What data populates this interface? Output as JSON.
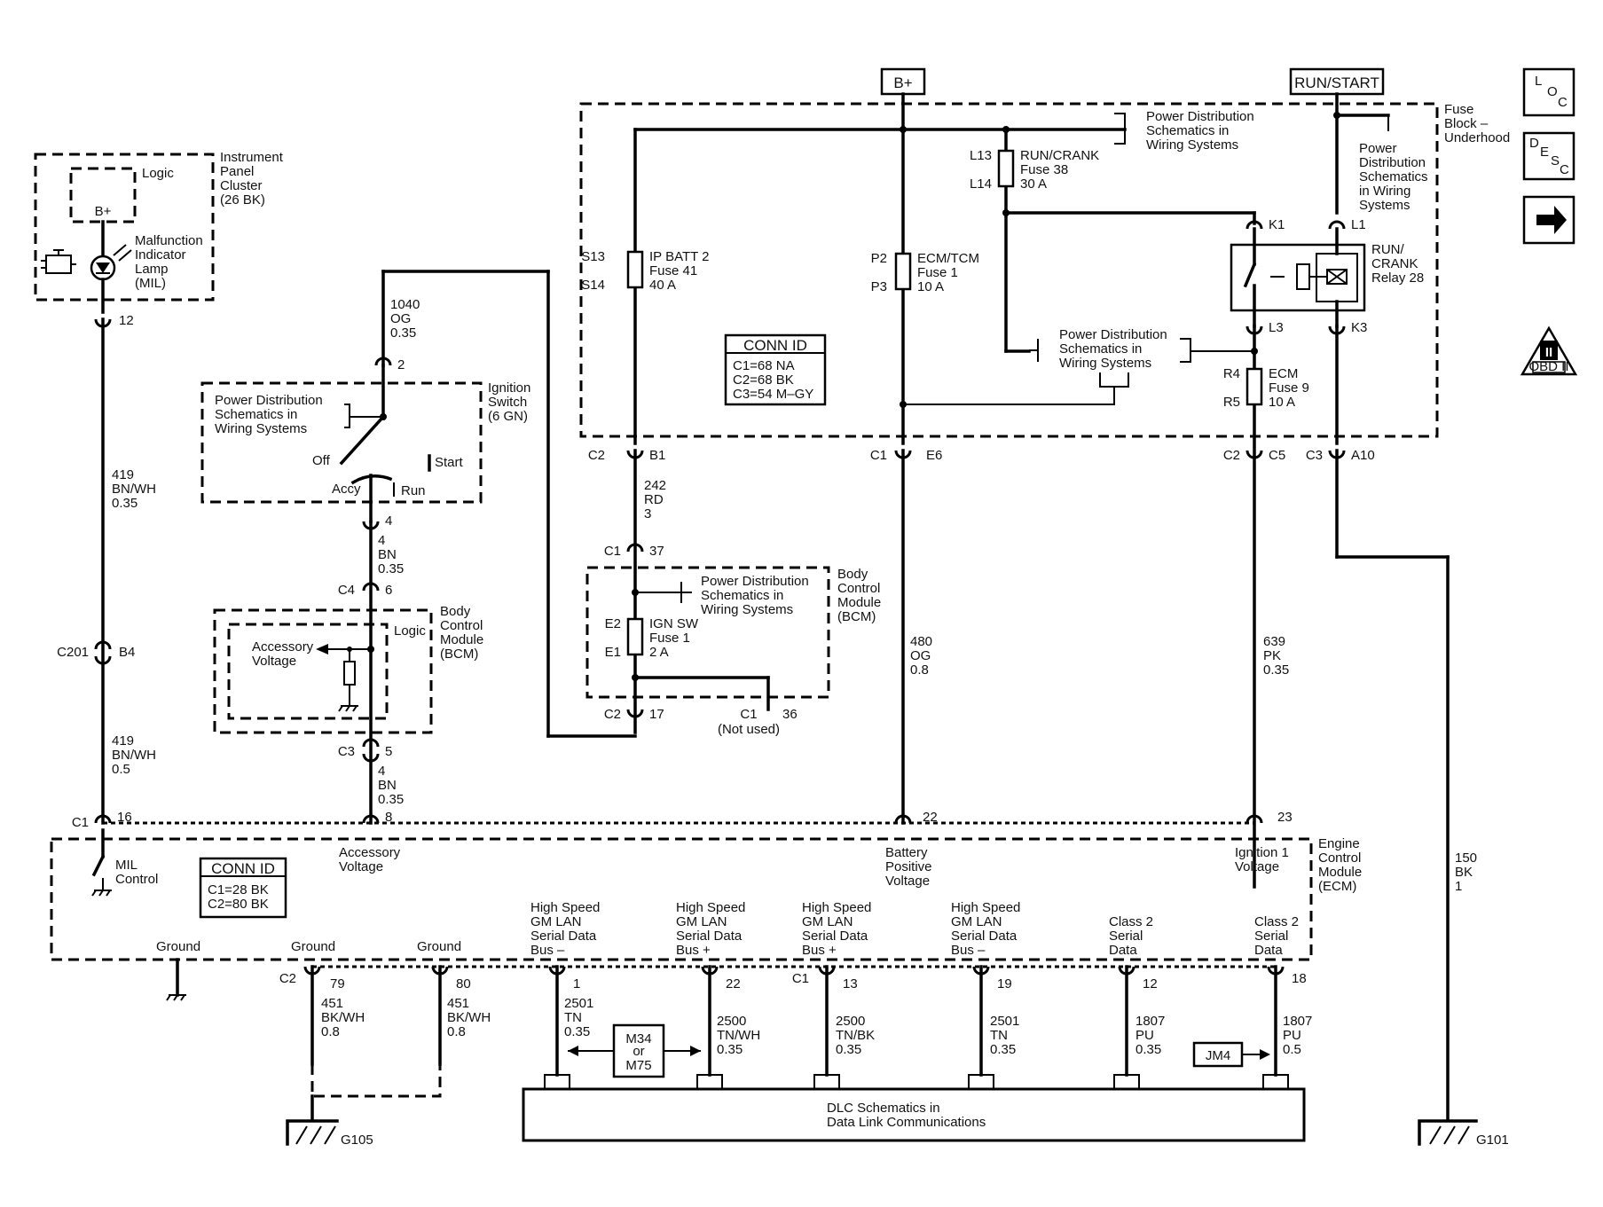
{
  "labels": {
    "bplus": "B+",
    "run_start": "RUN/START",
    "fuse_block": [
      "Fuse",
      "Block –",
      "Underhood"
    ],
    "pd_top": [
      "Power Distribution",
      "Schematics in",
      "Wiring Systems"
    ],
    "pd_right": [
      "Power",
      "Distribution",
      "Schematics",
      "in Wiring",
      "Systems"
    ],
    "pd_mid": [
      "Power Distribution",
      "Schematics in",
      "Wiring Systems"
    ],
    "pd_ign": [
      "Power Distribution",
      "Schematics in",
      "Wiring Systems"
    ],
    "pd_bcm": [
      "Power Distribution",
      "Schematics in",
      "Wiring Systems"
    ],
    "ipc": [
      "Instrument",
      "Panel",
      "Cluster",
      "(26 BK)"
    ],
    "logic": "Logic",
    "b_plus_small": "B+",
    "mil": [
      "Malfunction",
      "Indicator",
      "Lamp",
      "(MIL)"
    ],
    "ign_switch": [
      "Ignition",
      "Switch",
      "(6 GN)"
    ],
    "off": "Off",
    "start": "Start",
    "accy": "Accy",
    "run": "Run",
    "bcm1": [
      "Body",
      "Control",
      "Module",
      "(BCM)"
    ],
    "bcm2": [
      "Body",
      "Control",
      "Module",
      "(BCM)"
    ],
    "accessory_voltage": [
      "Accessory",
      "Voltage"
    ],
    "logic2": "Logic",
    "ip_batt": [
      "IP BATT 2",
      "Fuse 41",
      "40 A"
    ],
    "s13": "S13",
    "s14": "S14",
    "ecm_tcm": [
      "ECM/TCM",
      "Fuse 1",
      "10 A"
    ],
    "p2": "P2",
    "p3": "P3",
    "run_crank_fuse": [
      "RUN/CRANK",
      "Fuse 38",
      "30 A"
    ],
    "l13": "L13",
    "l14": "L14",
    "ecm_fuse": [
      "ECM",
      "Fuse 9",
      "10 A"
    ],
    "r4": "R4",
    "r5": "R5",
    "relay": [
      "RUN/",
      "CRANK",
      "Relay 28"
    ],
    "k1": "K1",
    "l1": "L1",
    "l3": "L3",
    "k3": "K3",
    "conn_id_top": {
      "title": "CONN ID",
      "lines": [
        "C1=68 NA",
        "C2=68 BK",
        "C3=54 M–GY"
      ]
    },
    "conn_id_ecm": {
      "title": "CONN ID",
      "lines": [
        "C1=28 BK",
        "C2=80 BK"
      ]
    },
    "ign_sw_fuse": [
      "IGN SW",
      "Fuse 1",
      "2 A"
    ],
    "e2": "E2",
    "e1": "E1",
    "not_used": [
      "C1",
      "(Not used)"
    ],
    "pin36": "36",
    "ecm": [
      "Engine",
      "Control",
      "Module",
      "(ECM)"
    ],
    "mil_control": [
      "MIL",
      "Control"
    ],
    "acc_volt_ecm": [
      "Accessory",
      "Voltage"
    ],
    "batt_pos": [
      "Battery",
      "Positive",
      "Voltage"
    ],
    "ign1_volt": [
      "Ignition 1",
      "Voltage"
    ],
    "ground1": "Ground",
    "ground2": "Ground",
    "ground3": "Ground",
    "hs_lan_1": [
      "High Speed",
      "GM LAN",
      "Serial Data",
      "Bus –"
    ],
    "hs_lan_2": [
      "High Speed",
      "GM LAN",
      "Serial Data",
      "Bus +"
    ],
    "hs_lan_3": [
      "High Speed",
      "GM LAN",
      "Serial Data",
      "Bus +"
    ],
    "hs_lan_4": [
      "High Speed",
      "GM LAN",
      "Serial Data",
      "Bus –"
    ],
    "class2_1": [
      "Class 2",
      "Serial",
      "Data"
    ],
    "class2_2": [
      "Class 2",
      "Serial",
      "Data"
    ],
    "m34": [
      "M34",
      "or",
      "M75"
    ],
    "jm4": "JM4",
    "dlc": [
      "DLC Schematics in",
      "Data Link Communications"
    ],
    "g105": "G105",
    "g101": "G101",
    "loc": [
      "L",
      "O",
      "C"
    ],
    "desc": [
      "D",
      "E",
      "S",
      "C"
    ],
    "obd": [
      "II",
      "OBD II"
    ]
  },
  "wires": {
    "w12": "12",
    "w419a": [
      "419",
      "BN/WH",
      "0.35"
    ],
    "c201": "C201",
    "b4": "B4",
    "w419b": [
      "419",
      "BN/WH",
      "0.5"
    ],
    "c1_16": [
      "C1",
      "16"
    ],
    "w1040": [
      "1040",
      "OG",
      "0.35"
    ],
    "pin2": "2",
    "pin4": "4",
    "w4a": [
      "4",
      "BN",
      "0.35"
    ],
    "c4_6": [
      "C4",
      "6"
    ],
    "c3_5": [
      "C3",
      "5"
    ],
    "w4b": [
      "4",
      "BN",
      "0.35"
    ],
    "pin8": "8",
    "c2_b1": [
      "C2",
      "B1"
    ],
    "w242": [
      "242",
      "RD",
      "3"
    ],
    "c1_37": [
      "C1",
      "37"
    ],
    "c2_17": [
      "C2",
      "17"
    ],
    "c1_e6": [
      "C1",
      "E6"
    ],
    "w480": [
      "480",
      "OG",
      "0.8"
    ],
    "pin22": "22",
    "c2_c5": [
      "C2",
      "C5"
    ],
    "w639": [
      "639",
      "PK",
      "0.35"
    ],
    "pin23": "23",
    "c3_a10": [
      "C3",
      "A10"
    ],
    "w150": [
      "150",
      "BK",
      "1"
    ],
    "c2_79": [
      "C2",
      "79"
    ],
    "pin80": "80",
    "w451a": [
      "451",
      "BK/WH",
      "0.8"
    ],
    "w451b": [
      "451",
      "BK/WH",
      "0.8"
    ],
    "pin1": "1",
    "w2501a": [
      "2501",
      "TN",
      "0.35"
    ],
    "pin22b": "22",
    "w2500a": [
      "2500",
      "TN/WH",
      "0.35"
    ],
    "c1_13": [
      "C1",
      "13"
    ],
    "w2500b": [
      "2500",
      "TN/BK",
      "0.35"
    ],
    "pin19": "19",
    "w2501b": [
      "2501",
      "TN",
      "0.35"
    ],
    "pin12": "12",
    "w1807a": [
      "1807",
      "PU",
      "0.35"
    ],
    "pin18": "18",
    "w1807b": [
      "1807",
      "PU",
      "0.5"
    ]
  }
}
